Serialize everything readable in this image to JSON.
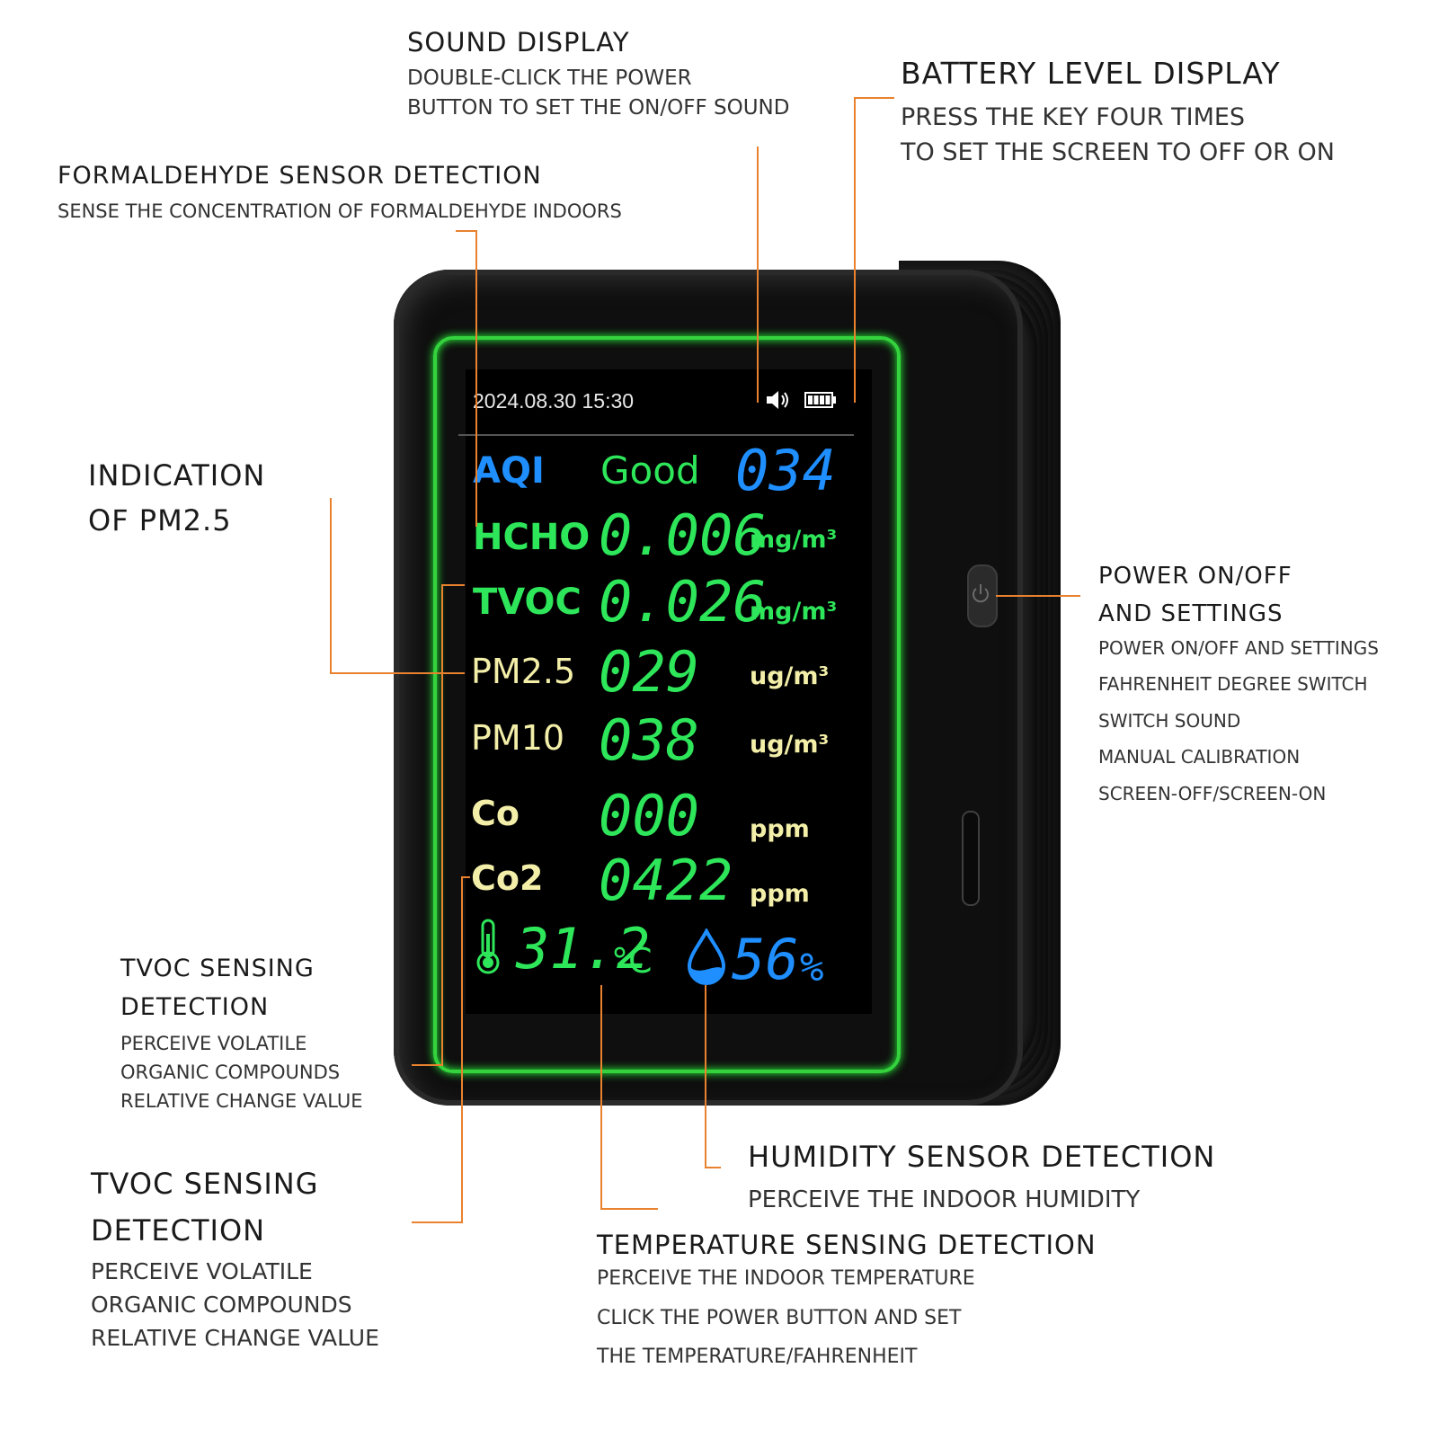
{
  "annotations": {
    "sound": {
      "title": "SOUND DISPLAY",
      "lines": [
        "DOUBLE-CLICK THE POWER",
        "BUTTON TO SET THE ON/OFF SOUND"
      ]
    },
    "battery": {
      "title": "BATTERY LEVEL DISPLAY",
      "lines": [
        "PRESS THE KEY FOUR TIMES",
        "TO SET THE SCREEN TO OFF OR ON"
      ]
    },
    "formaldehyde": {
      "title": "FORMALDEHYDE SENSOR DETECTION",
      "lines": [
        "SENSE THE CONCENTRATION OF FORMALDEHYDE INDOORS"
      ]
    },
    "pm25": {
      "title_line1": "INDICATION",
      "title_line2": "OF PM2.5"
    },
    "power": {
      "title_line1": "POWER ON/OFF",
      "title_line2": "AND SETTINGS",
      "lines": [
        "POWER ON/OFF AND SETTINGS",
        "FAHRENHEIT DEGREE SWITCH",
        "SWITCH SOUND",
        "MANUAL CALIBRATION",
        "SCREEN-OFF/SCREEN-ON"
      ]
    },
    "tvoc1": {
      "title_line1": "TVOC SENSING",
      "title_line2": "DETECTION",
      "lines": [
        "PERCEIVE VOLATILE",
        "ORGANIC COMPOUNDS",
        "RELATIVE CHANGE VALUE"
      ]
    },
    "tvoc2": {
      "title_line1": "TVOC SENSING",
      "title_line2": "DETECTION",
      "lines": [
        "PERCEIVE VOLATILE",
        "ORGANIC COMPOUNDS",
        "RELATIVE CHANGE VALUE"
      ]
    },
    "humidity": {
      "title": "HUMIDITY SENSOR DETECTION",
      "lines": [
        "PERCEIVE THE INDOOR HUMIDITY"
      ]
    },
    "temperature": {
      "title": "TEMPERATURE SENSING DETECTION",
      "lines": [
        "PERCEIVE THE INDOOR TEMPERATURE",
        "CLICK THE POWER BUTTON AND SET",
        "THE TEMPERATURE/FAHRENHEIT"
      ]
    }
  },
  "screen": {
    "datetime": "2024.08.30 15:30",
    "aqi": {
      "label": "AQI",
      "status": "Good",
      "value": "034"
    },
    "readings": [
      {
        "label": "HCHO",
        "value": "0.006",
        "unit": "mg/m³"
      },
      {
        "label": "TVOC",
        "value": "0.026",
        "unit": "mg/m³"
      },
      {
        "label": "PM2.5",
        "value": "029",
        "unit": "ug/m³"
      },
      {
        "label": "PM10",
        "value": "038",
        "unit": "ug/m³"
      },
      {
        "label": "Co",
        "value": "000",
        "unit": "ppm"
      },
      {
        "label": "Co2",
        "value": "0422",
        "unit": "ppm"
      }
    ],
    "temperature": {
      "value": "31.2",
      "unit": "°C"
    },
    "humidity": {
      "value": "56",
      "unit": "%"
    }
  },
  "colors": {
    "leader": "#e9822f",
    "neon": "#2ee65a",
    "blue": "#1f8fff",
    "cream": "#f3efa9",
    "bezel": "#34d33e"
  },
  "icons": [
    "speaker-icon",
    "battery-icon",
    "thermometer-icon",
    "water-drop-icon",
    "power-icon",
    "usb-c-port-icon"
  ]
}
